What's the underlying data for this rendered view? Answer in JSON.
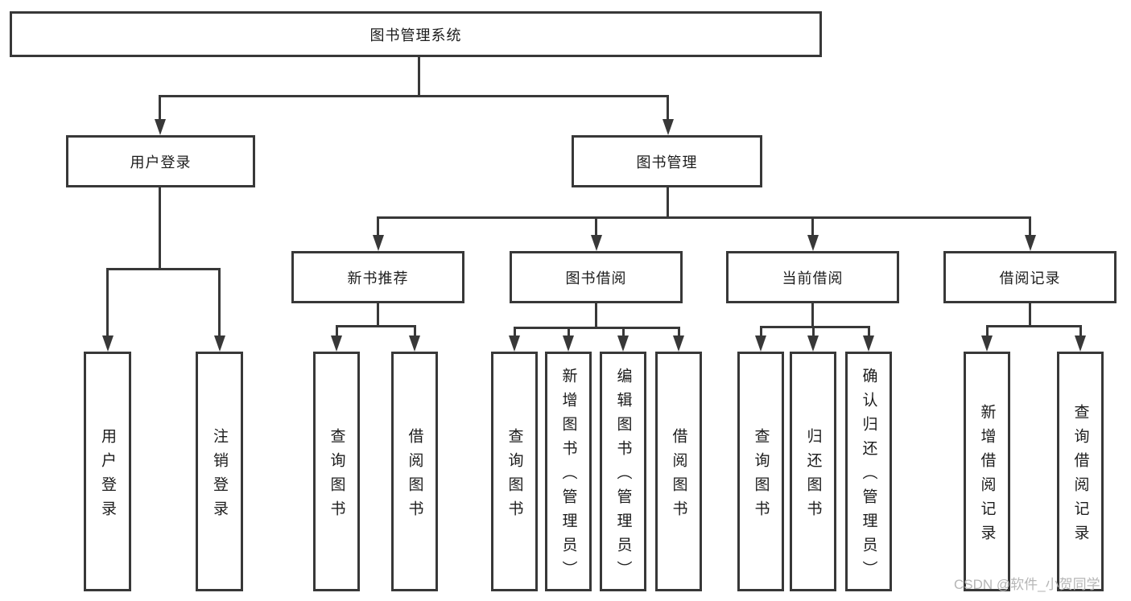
{
  "tree": {
    "root": "图书管理系统",
    "branches": [
      {
        "label": "用户登录",
        "leaves": [
          "用户登录",
          "注销登录"
        ]
      },
      {
        "label": "图书管理",
        "groups": [
          {
            "label": "新书推荐",
            "leaves": [
              "查询图书",
              "借阅图书"
            ]
          },
          {
            "label": "图书借阅",
            "leaves": [
              "查询图书",
              "新增图书（管理员）",
              "编辑图书（管理员）",
              "借阅图书"
            ]
          },
          {
            "label": "当前借阅",
            "leaves": [
              "查询图书",
              "归还图书",
              "确认归还（管理员）"
            ]
          },
          {
            "label": "借阅记录",
            "leaves": [
              "新增借阅记录",
              "查询借阅记录"
            ]
          }
        ]
      }
    ]
  },
  "watermark": "CSDN @软件_小贺同学",
  "colors": {
    "line": "#383838",
    "text": "#1c1c1c",
    "watermark": "#b6b6b6",
    "background": "#ffffff"
  }
}
